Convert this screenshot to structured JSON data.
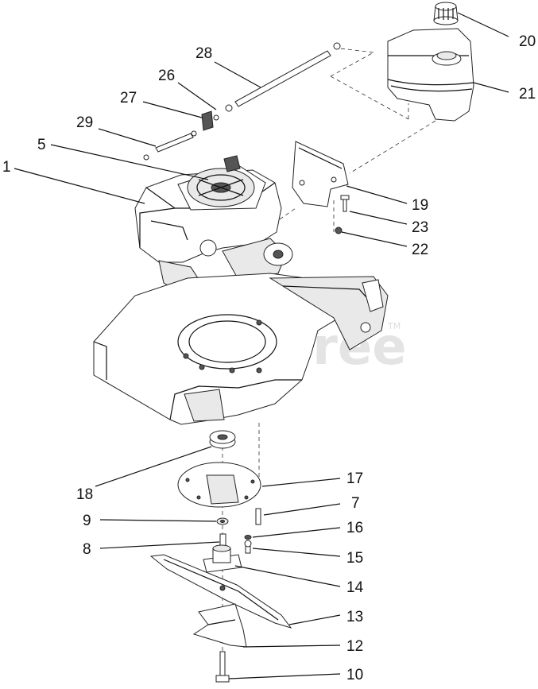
{
  "watermark": "PartsTree",
  "watermark_tm": "TM",
  "callouts": [
    {
      "id": "20",
      "label": "20"
    },
    {
      "id": "21",
      "label": "21"
    },
    {
      "id": "28",
      "label": "28"
    },
    {
      "id": "26",
      "label": "26"
    },
    {
      "id": "27",
      "label": "27"
    },
    {
      "id": "29",
      "label": "29"
    },
    {
      "id": "5",
      "label": "5"
    },
    {
      "id": "1",
      "label": "1"
    },
    {
      "id": "19",
      "label": "19"
    },
    {
      "id": "23",
      "label": "23"
    },
    {
      "id": "22",
      "label": "22"
    },
    {
      "id": "17",
      "label": "17"
    },
    {
      "id": "18",
      "label": "18"
    },
    {
      "id": "7",
      "label": "7"
    },
    {
      "id": "9",
      "label": "9"
    },
    {
      "id": "16",
      "label": "16"
    },
    {
      "id": "8",
      "label": "8"
    },
    {
      "id": "15",
      "label": "15"
    },
    {
      "id": "14",
      "label": "14"
    },
    {
      "id": "13",
      "label": "13"
    },
    {
      "id": "12",
      "label": "12"
    },
    {
      "id": "10",
      "label": "10"
    }
  ]
}
